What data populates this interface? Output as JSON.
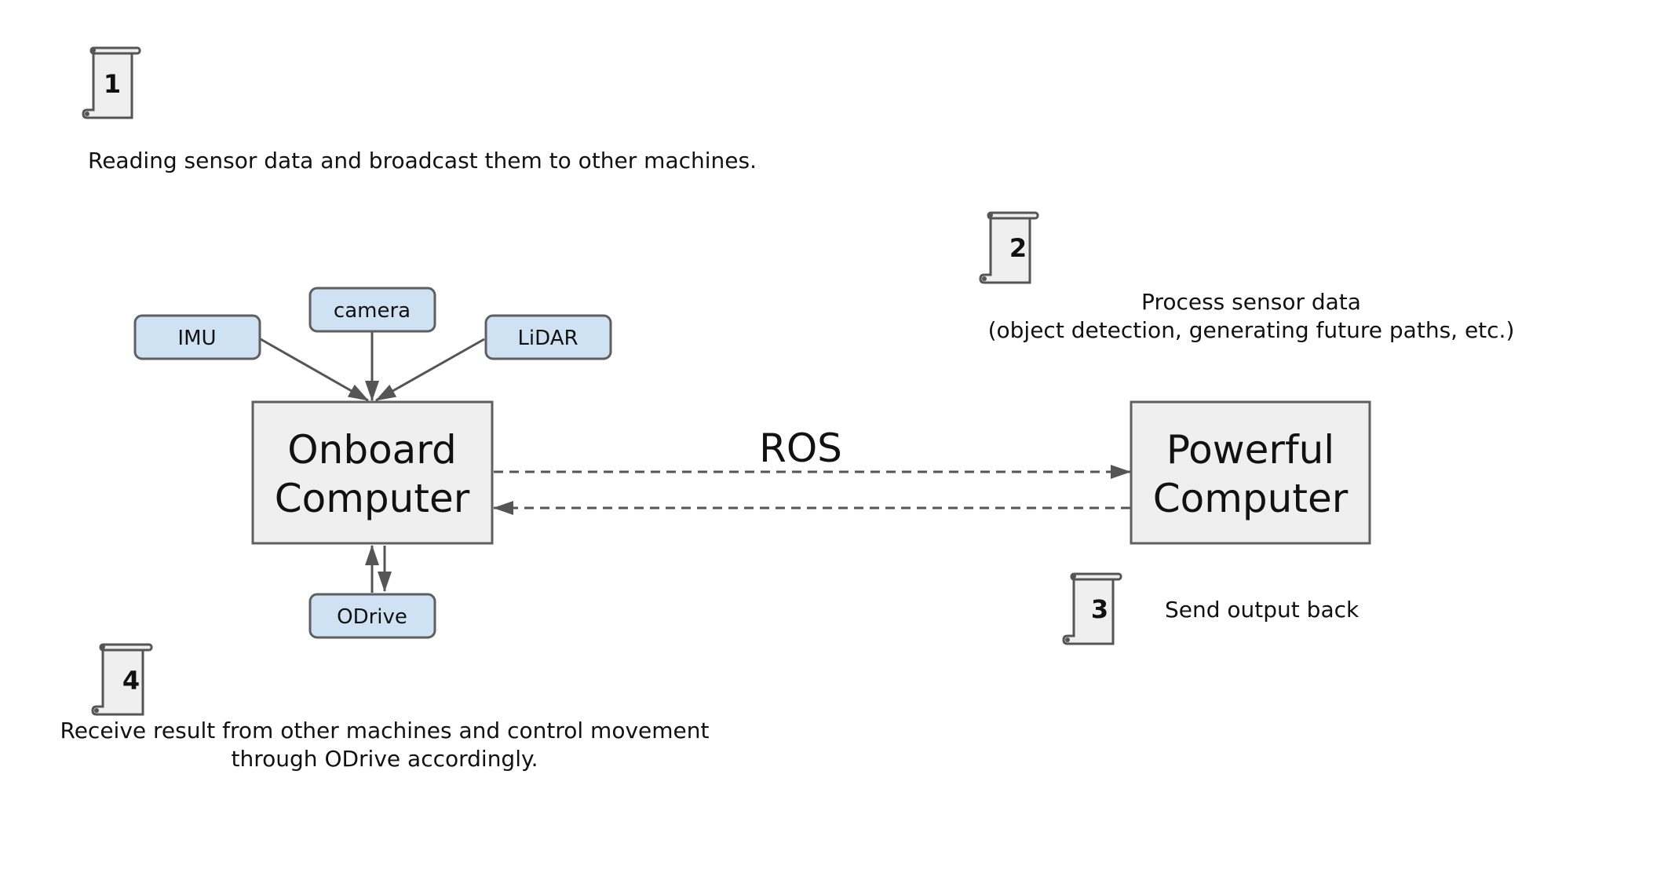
{
  "steps": [
    {
      "number": "1",
      "text": "Reading sensor data and broadcast them to other machines."
    },
    {
      "number": "2",
      "text_lines": [
        "Process sensor data",
        "(object detection, generating future paths, etc.)"
      ]
    },
    {
      "number": "3",
      "text": "Send output back"
    },
    {
      "number": "4",
      "text_lines": [
        "Receive result from other machines and control movement",
        "through ODrive accordingly."
      ]
    }
  ],
  "nodes": {
    "onboard": {
      "lines": [
        "Onboard",
        "Computer"
      ]
    },
    "powerful": {
      "lines": [
        "Powerful",
        "Computer"
      ]
    }
  },
  "sensors": {
    "imu": "IMU",
    "camera": "camera",
    "lidar": "LiDAR",
    "odrive": "ODrive"
  },
  "link_label": "ROS",
  "colors": {
    "node_fill": "#efefef",
    "sensor_fill": "#cfe2f3",
    "stroke": "#5f5f5f",
    "arrow": "#555555"
  }
}
